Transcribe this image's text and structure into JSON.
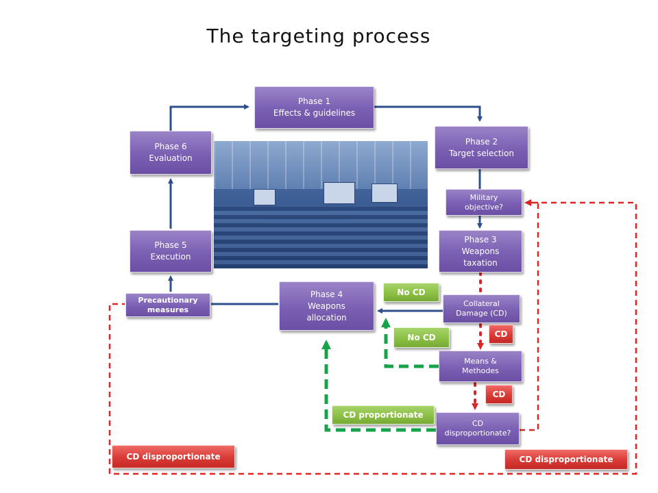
{
  "title": "The targeting process",
  "phases": {
    "p1": [
      "Phase 1",
      "Effects & guidelines"
    ],
    "p2": [
      "Phase 2",
      "Target selection"
    ],
    "p3": [
      "Phase 3",
      "Weapons",
      "taxation"
    ],
    "p4": [
      "Phase 4",
      "Weapons",
      "allocation"
    ],
    "p5": [
      "Phase 5",
      "Execution"
    ],
    "p6": [
      "Phase 6",
      "Evaluation"
    ]
  },
  "nodes": {
    "military_objective": [
      "Military",
      "objective?"
    ],
    "collateral_damage": [
      "Collateral",
      "Damage (CD)"
    ],
    "means_methodes": [
      "Means &",
      "Methodes"
    ],
    "cd_disproportionate_q": [
      "CD",
      "disproportionate?"
    ],
    "precautionary": [
      "Precautionary",
      "measures"
    ]
  },
  "labels": {
    "no_cd_1": "No CD",
    "no_cd_2": "No CD",
    "cd_1": "CD",
    "cd_2": "CD",
    "cd_proportionate": "CD proportionate",
    "cd_disproportionate_left": "CD disproportionate",
    "cd_disproportionate_right": "CD disproportionate"
  },
  "colors": {
    "phase_box": "#7a5fb3",
    "positive_label": "#8cc044",
    "negative_label": "#d93a35",
    "main_flow": "#2f4f8a",
    "green_path": "#16a34a",
    "red_path": "#dc2626"
  }
}
